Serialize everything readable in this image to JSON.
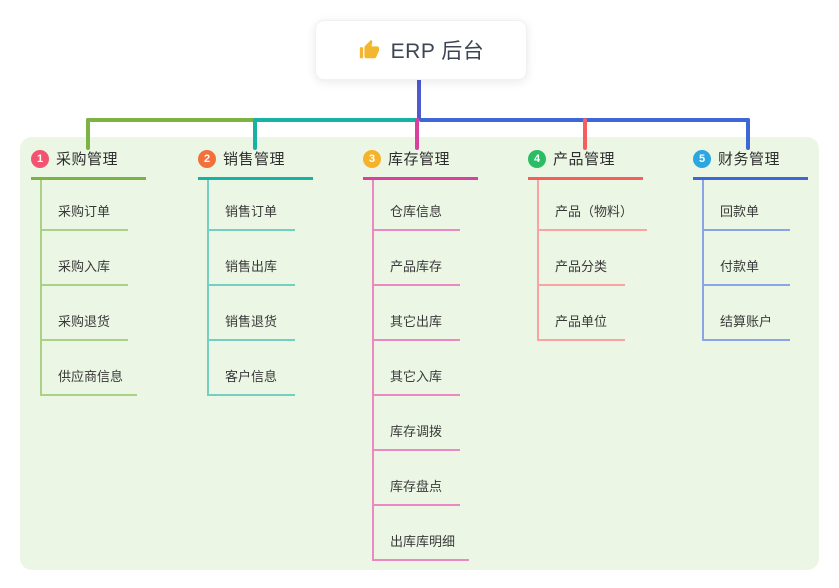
{
  "root": {
    "label": "ERP 后台",
    "icon": "thumbs-up-icon",
    "icon_color": "#f5b62f"
  },
  "connector": {
    "trunk_color": "#4d5ad0"
  },
  "panel_color": "#ebf6e4",
  "branches": [
    {
      "number": "1",
      "label": "采购管理",
      "badge_color": "#f3536f",
      "line_color": "#7cb342",
      "light_color": "#a9d287",
      "children": [
        "采购订单",
        "采购入库",
        "采购退货",
        "供应商信息"
      ]
    },
    {
      "number": "2",
      "label": "销售管理",
      "badge_color": "#f2703a",
      "line_color": "#16b3a3",
      "light_color": "#74cfc3",
      "children": [
        "销售订单",
        "销售出库",
        "销售退货",
        "客户信息"
      ]
    },
    {
      "number": "3",
      "label": "库存管理",
      "badge_color": "#f5b22b",
      "line_color": "#d8419e",
      "light_color": "#eb8ac2",
      "children": [
        "仓库信息",
        "产品库存",
        "其它出库",
        "其它入库",
        "库存调拨",
        "库存盘点",
        "出库库明细"
      ]
    },
    {
      "number": "4",
      "label": "产品管理",
      "badge_color": "#2bbd63",
      "line_color": "#f75d5d",
      "light_color": "#f9a3a3",
      "children": [
        "产品（物料）",
        "产品分类",
        "产品单位"
      ]
    },
    {
      "number": "5",
      "label": "财务管理",
      "badge_color": "#2aa7e0",
      "line_color": "#3f66d6",
      "light_color": "#8aa5e6",
      "children": [
        "回款单",
        "付款单",
        "结算账户"
      ]
    }
  ]
}
